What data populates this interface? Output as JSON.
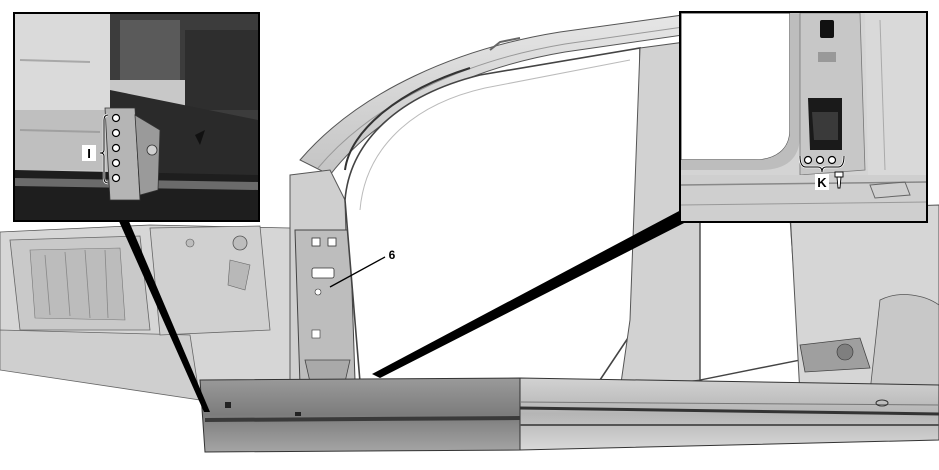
{
  "callouts": {
    "part_number": "6",
    "detail_left_label": "I",
    "detail_right_label": "K"
  },
  "colors": {
    "panel_light": "#dcdcdc",
    "panel_mid": "#bdbdbd",
    "panel_dark": "#4a4a4a",
    "highlight": "#8a8a8a",
    "outline": "#000000"
  }
}
